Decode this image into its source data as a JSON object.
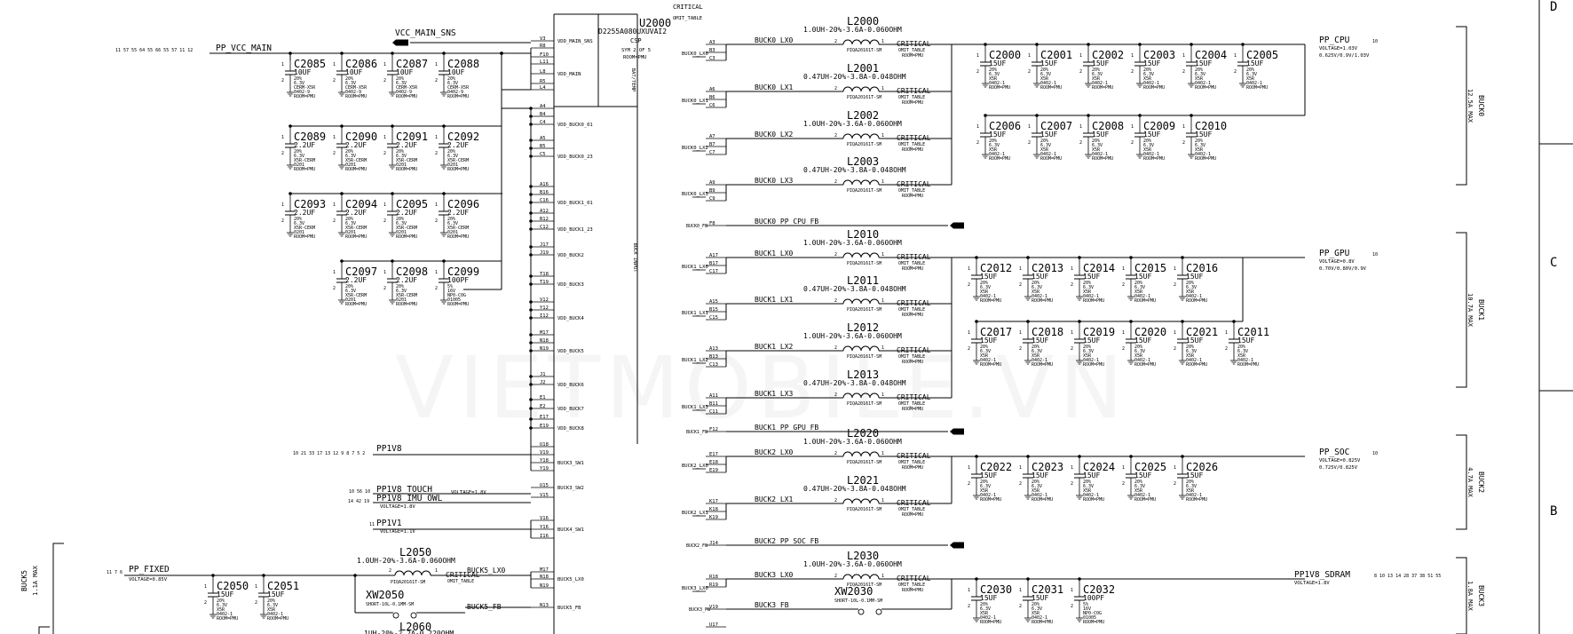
{
  "watermark": "VIETMOBILE.VN",
  "ic": {
    "refdes": "U2000",
    "part": "D2255A080UXUVAI2",
    "package": "CSP",
    "sym": "SYM 2 OF 5",
    "room": "ROOM=PMU",
    "critical": "CRITICAL",
    "omit": "OMIT_TABLE",
    "bat_label": "BAT/TEMP",
    "buck_input": "BUCK INPUT",
    "left_pins": [
      {
        "num": "V3",
        "name": "VDD_MAIN_SNS"
      },
      {
        "num": "R8",
        "name": ""
      },
      {
        "num": "F10",
        "name": ""
      },
      {
        "num": "L11",
        "name": ""
      },
      {
        "num": "L8",
        "name": "VDD_MAIN"
      },
      {
        "num": "R5",
        "name": ""
      },
      {
        "num": "L4",
        "name": ""
      },
      {
        "num": "A4",
        "name": ""
      },
      {
        "num": "B4",
        "name": ""
      },
      {
        "num": "C4",
        "name": "VDD_BUCK0_01"
      },
      {
        "num": "A5",
        "name": ""
      },
      {
        "num": "B5",
        "name": ""
      },
      {
        "num": "C5",
        "name": "VDD_BUCK0_23"
      },
      {
        "num": "A16",
        "name": ""
      },
      {
        "num": "B16",
        "name": ""
      },
      {
        "num": "C16",
        "name": "VDD_BUCK1_01"
      },
      {
        "num": "A12",
        "name": ""
      },
      {
        "num": "B12",
        "name": ""
      },
      {
        "num": "C12",
        "name": "VDD_BUCK1_23"
      },
      {
        "num": "J17",
        "name": ""
      },
      {
        "num": "J19",
        "name": "VDD_BUCK2"
      },
      {
        "num": "T18",
        "name": ""
      },
      {
        "num": "T19",
        "name": "VDD_BUCK3"
      },
      {
        "num": "V12",
        "name": ""
      },
      {
        "num": "Y12",
        "name": ""
      },
      {
        "num": "I12",
        "name": "VDD_BUCK4"
      },
      {
        "num": "M17",
        "name": ""
      },
      {
        "num": "N18",
        "name": ""
      },
      {
        "num": "N19",
        "name": "VDD_BUCK5"
      },
      {
        "num": "J1",
        "name": ""
      },
      {
        "num": "J2",
        "name": "VDD_BUCK6"
      },
      {
        "num": "E1",
        "name": ""
      },
      {
        "num": "E2",
        "name": "VDD_BUCK7"
      },
      {
        "num": "E17",
        "name": ""
      },
      {
        "num": "E19",
        "name": "VDD_BUCK8"
      },
      {
        "num": "U18",
        "name": ""
      },
      {
        "num": "V19",
        "name": ""
      },
      {
        "num": "Y18",
        "name": "BUCK3_SW1"
      },
      {
        "num": "Y19",
        "name": ""
      },
      {
        "num": "U15",
        "name": "BUCK3_SW2"
      },
      {
        "num": "V15",
        "name": ""
      },
      {
        "num": "V16",
        "name": ""
      },
      {
        "num": "Y16",
        "name": "BUCK4_SW1"
      },
      {
        "num": "I16",
        "name": ""
      },
      {
        "num": "M17",
        "name": ""
      },
      {
        "num": "N18",
        "name": "BUCK5_LX0"
      },
      {
        "num": "N19",
        "name": ""
      },
      {
        "num": "N13",
        "name": "BUCK5_FB"
      }
    ]
  },
  "nets": {
    "vcc_main_sns": "VCC_MAIN_SNS",
    "pp_vcc_main": "PP_VCC_MAIN",
    "pp1v8": "PP1V8",
    "pp1v8_touch": "PP1V8_TOUCH",
    "pp1v8_imu_owl": "PP1V8_IMU_OWL",
    "voltage_1v8": "VOLTAGE=1.8V",
    "pp1v1": "PP1V1",
    "voltage_1v1": "VOLTAGE=1.1V",
    "pp_fixed": "PP_FIXED",
    "voltage_fixed": "VOLTAGE=0.85V",
    "buck5_lx0": "BUCK5_LX0",
    "buck5_fb": "BUCK5_FB",
    "buck0_fb_net": "BUCK0_PP_CPU_FB",
    "buck1_fb_net": "BUCK1_PP_GPU_FB",
    "buck2_fb_net": "BUCK2_PP_SOC_FB",
    "buck3_fb_net": "BUCK3_FB",
    "buck3_lx0": "BUCK3_LX0"
  },
  "rails": [
    {
      "name": "PP_CPU",
      "voltage": "VOLTAGE=1.03V",
      "range": "0.625V/0.9V/1.03V",
      "section": "BUCK0",
      "max": "12.5A MAX"
    },
    {
      "name": "PP_GPU",
      "voltage": "VOLTAGE=0.8V",
      "range": "0.70V/0.80V/0.9V",
      "section": "BUCK1",
      "max": "10.7A MAX"
    },
    {
      "name": "PP_SOC",
      "voltage": "VOLTAGE=0.825V",
      "range": "0.725V/0.825V",
      "section": "BUCK2",
      "max": "4.7A MAX"
    },
    {
      "name": "PP1V8_SDRAM",
      "voltage": "VOLTAGE=1.8V",
      "range": "",
      "section": "BUCK3",
      "max": "1.8A MAX"
    }
  ],
  "buck5": {
    "section": "BUCK5",
    "max": "1.1A MAX"
  },
  "inductors": {
    "tall": "1.0UH-20%-3.6A-0.060OHM",
    "short": "0.47UH-20%-3.8A-0.048OHM",
    "pkg": "PIQA20161T-SM",
    "crit": "CRITICAL",
    "omit": "OMIT_TABLE",
    "list": [
      {
        "ref": "L2000",
        "net": "BUCK0_LX0",
        "pins": [
          "A3",
          "B3",
          "C3"
        ],
        "pin_label": "BUCK0_LX0",
        "type": "tall"
      },
      {
        "ref": "L2001",
        "net": "BUCK0_LX1",
        "pins": [
          "A6",
          "B6",
          "C6"
        ],
        "pin_label": "BUCK0_LX1",
        "type": "short"
      },
      {
        "ref": "L2002",
        "net": "BUCK0_LX2",
        "pins": [
          "A7",
          "B7",
          "C7"
        ],
        "pin_label": "BUCK0_LX2",
        "type": "tall"
      },
      {
        "ref": "L2003",
        "net": "BUCK0_LX3",
        "pins": [
          "A9",
          "B9",
          "C9"
        ],
        "pin_label": "BUCK0_LX3",
        "type": "short"
      },
      {
        "ref": "L2010",
        "net": "BUCK1_LX0",
        "pins": [
          "A17",
          "B17",
          "C17"
        ],
        "pin_label": "BUCK1_LX0",
        "type": "tall"
      },
      {
        "ref": "L2011",
        "net": "BUCK1_LX1",
        "pins": [
          "A15",
          "B15",
          "C15"
        ],
        "pin_label": "BUCK1_LX1",
        "type": "short"
      },
      {
        "ref": "L2012",
        "net": "BUCK1_LX2",
        "pins": [
          "A13",
          "B13",
          "C13"
        ],
        "pin_label": "BUCK1_LX2",
        "type": "tall"
      },
      {
        "ref": "L2013",
        "net": "BUCK1_LX3",
        "pins": [
          "A11",
          "B11",
          "C11"
        ],
        "pin_label": "BUCK1_LX3",
        "type": "short"
      },
      {
        "ref": "L2020",
        "net": "BUCK2_LX0",
        "pins": [
          "E17",
          "E18",
          "E19"
        ],
        "pin_label": "BUCK2_LX0",
        "type": "tall"
      },
      {
        "ref": "L2021",
        "net": "BUCK2_LX1",
        "pins": [
          "K17",
          "K18",
          "K19"
        ],
        "pin_label": "BUCK2_LX1",
        "type": "short"
      },
      {
        "ref": "L2030",
        "net": "BUCK3_LX0",
        "pins": [
          "R18",
          "R19"
        ],
        "pin_label": "BUCK3_LX0",
        "type": "tall"
      },
      {
        "ref": "L2050",
        "net": "BUCK5_LX0",
        "pins": [],
        "pin_label": "",
        "type": "tall"
      },
      {
        "ref": "L2060",
        "net": "",
        "pins": [],
        "pin_label": "",
        "type": "partial"
      }
    ]
  },
  "fb_pins": {
    "buck0": "F8",
    "buck1": "F12",
    "buck2": "J14",
    "buck3": "V19",
    "buck3b": "U17",
    "buck0_label": "BUCK0_FB",
    "buck1_label": "BUCK1_FB",
    "buck2_label": "BUCK2_FB",
    "buck3_label": "BUCK3_FB"
  },
  "xw": [
    {
      "ref": "XW2050",
      "val": "SHORT-10L-0.1MM-SM"
    },
    {
      "ref": "XW2030",
      "val": "SHORT-10L-0.1MM-SM"
    }
  ],
  "caps_main": [
    {
      "ref": "C2085",
      "val": "10UF",
      "l1": "20%",
      "l2": "6.3V",
      "l3": "CERM-X5R",
      "l4": "0402-9",
      "room": "ROOM=PMU"
    },
    {
      "ref": "C2086",
      "val": "10UF",
      "l1": "20%",
      "l2": "6.3V",
      "l3": "CERM-X5R",
      "l4": "0402-9",
      "room": "ROOM=PMU"
    },
    {
      "ref": "C2087",
      "val": "10UF",
      "l1": "20%",
      "l2": "6.3V",
      "l3": "CERM-X5R",
      "l4": "0402-9",
      "room": "ROOM=PMU"
    },
    {
      "ref": "C2088",
      "val": "10UF",
      "l1": "20%",
      "l2": "6.3V",
      "l3": "CERM-X5R",
      "l4": "0402-9",
      "room": "ROOM=PMU"
    },
    {
      "ref": "C2089",
      "val": "2.2UF",
      "l1": "20%",
      "l2": "6.3V",
      "l3": "X5R-CERM",
      "l4": "0201",
      "room": "ROOM=PMU"
    },
    {
      "ref": "C2090",
      "val": "2.2UF",
      "l1": "20%",
      "l2": "6.3V",
      "l3": "X5R-CERM",
      "l4": "0201",
      "room": "ROOM=PMU"
    },
    {
      "ref": "C2091",
      "val": "2.2UF",
      "l1": "20%",
      "l2": "6.3V",
      "l3": "X5R-CERM",
      "l4": "0201",
      "room": "ROOM=PMU"
    },
    {
      "ref": "C2092",
      "val": "2.2UF",
      "l1": "20%",
      "l2": "6.3V",
      "l3": "X5R-CERM",
      "l4": "0201",
      "room": "ROOM=PMU"
    },
    {
      "ref": "C2093",
      "val": "2.2UF",
      "l1": "20%",
      "l2": "6.3V",
      "l3": "X5R-CERM",
      "l4": "0201",
      "room": "ROOM=PMU"
    },
    {
      "ref": "C2094",
      "val": "2.2UF",
      "l1": "20%",
      "l2": "6.3V",
      "l3": "X5R-CERM",
      "l4": "0201",
      "room": "ROOM=PMU"
    },
    {
      "ref": "C2095",
      "val": "2.2UF",
      "l1": "20%",
      "l2": "6.3V",
      "l3": "X5R-CERM",
      "l4": "0201",
      "room": "ROOM=PMU"
    },
    {
      "ref": "C2096",
      "val": "2.2UF",
      "l1": "20%",
      "l2": "6.3V",
      "l3": "X5R-CERM",
      "l4": "0201",
      "room": "ROOM=PMU"
    },
    {
      "ref": "C2097",
      "val": "2.2UF",
      "l1": "20%",
      "l2": "6.3V",
      "l3": "X5R-CERM",
      "l4": "0201",
      "room": "ROOM=PMU"
    },
    {
      "ref": "C2098",
      "val": "2.2UF",
      "l1": "20%",
      "l2": "6.3V",
      "l3": "X5R-CERM",
      "l4": "0201",
      "room": "ROOM=PMU"
    },
    {
      "ref": "C2099",
      "val": "100PF",
      "l1": "5%",
      "l2": "16V",
      "l3": "NP0-C0G",
      "l4": "01005",
      "room": "ROOM=PMU"
    }
  ],
  "caps_out": [
    {
      "ref": "C2000",
      "val": "15UF"
    },
    {
      "ref": "C2001",
      "val": "15UF"
    },
    {
      "ref": "C2002",
      "val": "15UF"
    },
    {
      "ref": "C2003",
      "val": "15UF"
    },
    {
      "ref": "C2004",
      "val": "15UF"
    },
    {
      "ref": "C2005",
      "val": "15UF"
    },
    {
      "ref": "C2006",
      "val": "15UF"
    },
    {
      "ref": "C2007",
      "val": "15UF"
    },
    {
      "ref": "C2008",
      "val": "15UF"
    },
    {
      "ref": "C2009",
      "val": "15UF"
    },
    {
      "ref": "C2010",
      "val": "15UF"
    },
    {
      "ref": "C2012",
      "val": "15UF"
    },
    {
      "ref": "C2013",
      "val": "15UF"
    },
    {
      "ref": "C2014",
      "val": "15UF"
    },
    {
      "ref": "C2015",
      "val": "15UF"
    },
    {
      "ref": "C2016",
      "val": "15UF"
    },
    {
      "ref": "C2017",
      "val": "15UF"
    },
    {
      "ref": "C2018",
      "val": "15UF"
    },
    {
      "ref": "C2019",
      "val": "15UF"
    },
    {
      "ref": "C2020",
      "val": "15UF"
    },
    {
      "ref": "C2021",
      "val": "15UF"
    },
    {
      "ref": "C2011",
      "val": "15UF"
    },
    {
      "ref": "C2022",
      "val": "15UF"
    },
    {
      "ref": "C2023",
      "val": "15UF"
    },
    {
      "ref": "C2024",
      "val": "15UF"
    },
    {
      "ref": "C2025",
      "val": "15UF"
    },
    {
      "ref": "C2026",
      "val": "15UF"
    },
    {
      "ref": "C2030",
      "val": "15UF"
    },
    {
      "ref": "C2031",
      "val": "15UF"
    },
    {
      "ref": "C2032",
      "val": "100PF"
    },
    {
      "ref": "C2050",
      "val": "15UF"
    },
    {
      "ref": "C2051",
      "val": "15UF"
    }
  ],
  "cap_out_spec": {
    "l1": "20%",
    "l2": "6.3V",
    "l3": "X5R",
    "l4": "0402-1",
    "room": "ROOM=PMU"
  },
  "cap_small_spec": {
    "l1": "5%",
    "l2": "16V",
    "l3": "NP0-C0G",
    "l4": "01005",
    "room": "ROOM=PMU"
  },
  "frame": {
    "rows": [
      "D",
      "C",
      "B"
    ]
  },
  "sheet_refs": {
    "vcc_main": "11 57 55 64 55 66 55 57 11 12",
    "pp1v8": "10 21 33 17 13 12 9 8 7 5 2",
    "pp1v8_touch": "10 56 10",
    "pp1v8_imu": "14 42 19",
    "pp1v1": "11",
    "pp_fixed": "11 7 6",
    "pp_cpu": "10",
    "pp_gpu": "10",
    "pp_soc": "10",
    "pp1v8_sdram": "8 10 13 14 28 37 38 51 55"
  },
  "pin_nums": {
    "p1": "1",
    "p2": "2"
  }
}
